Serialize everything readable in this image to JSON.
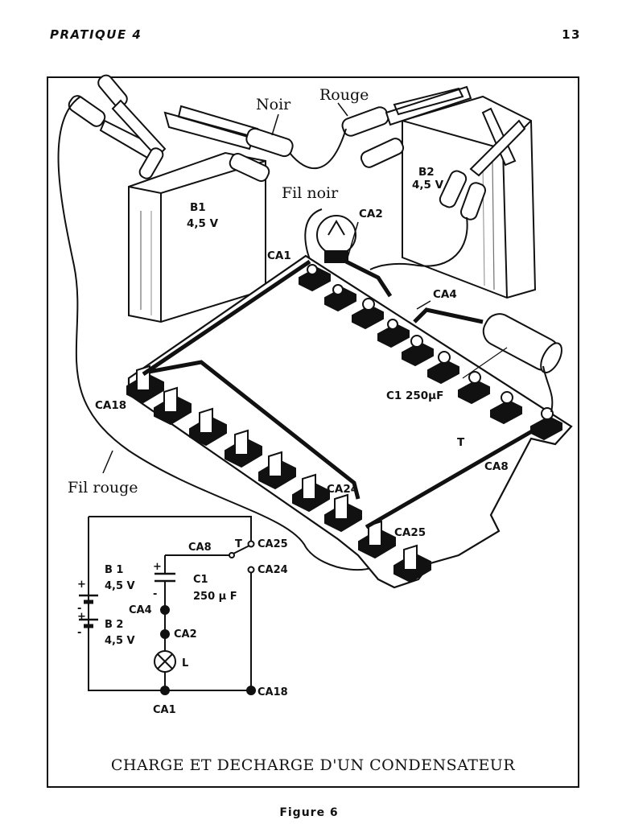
{
  "header": {
    "left": "PRATIQUE 4",
    "right": "13"
  },
  "labels": {
    "noir": "Noir",
    "rouge": "Rouge",
    "fil_noir": "Fil noir",
    "fil_rouge": "Fil rouge",
    "b1": "B1",
    "b1_v": "4,5 V",
    "b2": "B2",
    "b2_v": "4,5 V",
    "ca1": "CA1",
    "ca2": "CA2",
    "ca4": "CA4",
    "ca8": "CA8",
    "ca18": "CA18",
    "ca24": "CA24",
    "ca25": "CA25",
    "c1": "C1  250µF",
    "t": "T"
  },
  "schematic": {
    "b1": "B 1",
    "b1_v": "4,5 V",
    "b2": "B 2",
    "b2_v": "4,5 V",
    "c1": "C1",
    "c1_v": "250 µ F",
    "ca1": "CA1",
    "ca2": "CA2",
    "ca4": "CA4",
    "ca8": "CA8",
    "ca18": "CA18",
    "ca24": "CA24",
    "ca25": "CA25",
    "t": "T",
    "l": "L",
    "plus": "+",
    "minus": "-"
  },
  "caption": "CHARGE ET DECHARGE D'UN CONDENSATEUR",
  "figure_label": "Figure 6"
}
